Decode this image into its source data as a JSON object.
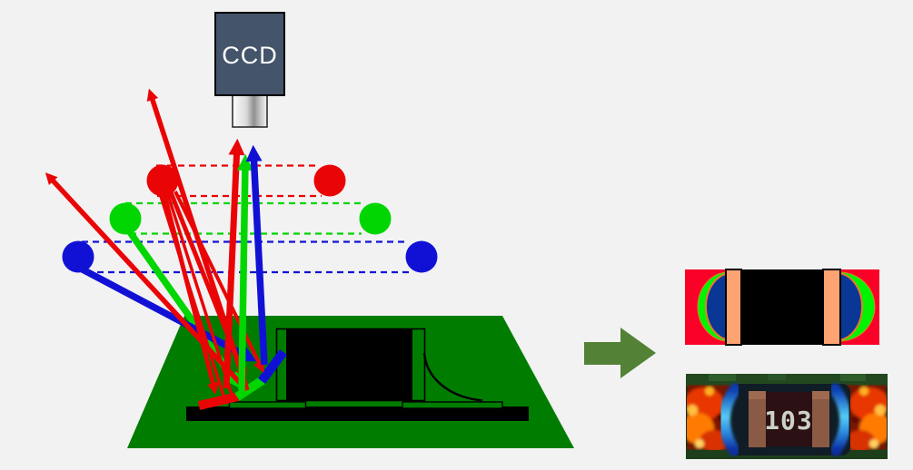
{
  "figure": {
    "description": "AOI colour-ring lighting principle: CCD camera above a PCB with a chip component; red, green and blue ring lights at three heights illuminate the solder fillet, producing the colour-coded inspection image of a 103 chip resistor",
    "camera_label": "CCD",
    "chip_marking": "103",
    "light_rings": [
      {
        "name": "red-ring",
        "level": "top"
      },
      {
        "name": "green-ring",
        "level": "middle"
      },
      {
        "name": "blue-ring",
        "level": "bottom"
      }
    ]
  },
  "colors": {
    "background": "#f2f2f2",
    "red": "#e90505",
    "green": "#02d602",
    "blue": "#1111d6",
    "pcb": "#007d00",
    "camera_body": "#44546a",
    "block_arrow": "#538135",
    "schematic_red": "#fa0228",
    "schematic_navy": "#0a3795",
    "schematic_green": "#00f400",
    "schematic_terminal": "#ffa372",
    "schematic_rim": "#e87c28",
    "photo_body": "#2b1014",
    "photo_terminal": "#8a5a45",
    "photo_digits": "#ccd2c4",
    "photo_flame": "#e83800",
    "photo_fillet_blue": "#4fc4f4"
  }
}
